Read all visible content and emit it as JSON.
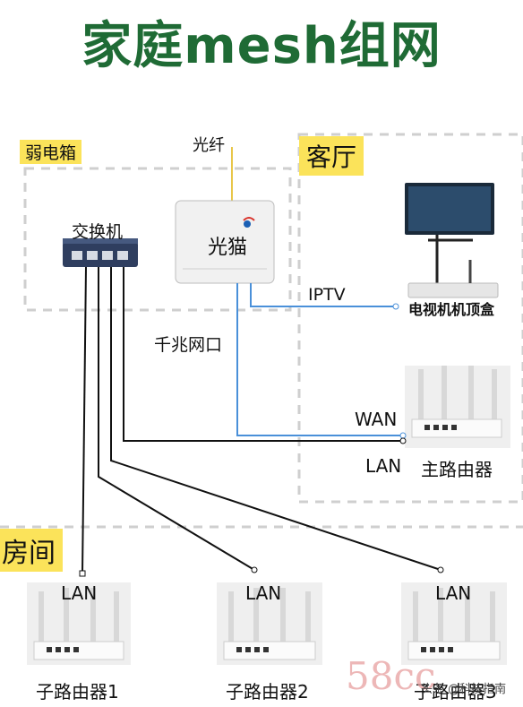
{
  "title": "家庭mesh组网",
  "zones": {
    "weak_box": "弱电箱",
    "living_room": "客厅",
    "room": "房间"
  },
  "devices": {
    "switch": "交换机",
    "modem": "光猫",
    "fiber": "光纤",
    "settop": "电视机机顶盒",
    "main_router": "主路由器",
    "sub1": "子路由器1",
    "sub2": "子路由器2",
    "sub3": "子路由器3"
  },
  "ports": {
    "iptv": "IPTV",
    "gigabit": "千兆网口",
    "wan": "WAN",
    "lan_main": "LAN",
    "lan1": "LAN",
    "lan2": "LAN",
    "lan3": "LAN"
  },
  "watermark": "58cc",
  "author": "头条 @科技指南",
  "colors": {
    "title": "#1f6b35",
    "tag": "#fbe35a",
    "blue_cable": "#4a90d9",
    "black_cable": "#111111",
    "fiber": "#e8c64a"
  }
}
